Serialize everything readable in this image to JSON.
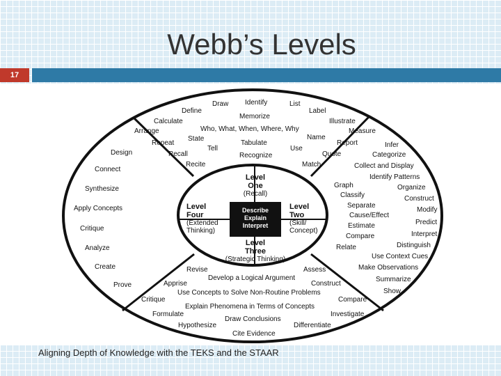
{
  "slide": {
    "title": "Webb’s Levels",
    "number": "17",
    "footer": "Aligning Depth of Knowledge with the TEKS and the STAAR"
  },
  "colors": {
    "accent_bar": "#2e7aa6",
    "number_bar": "#c0392b",
    "center_box": "#111111"
  },
  "diagram": {
    "center": [
      "Describe",
      "Explain",
      "Interpret"
    ],
    "levels": {
      "one": [
        "Level",
        "One",
        "(Recall)"
      ],
      "two": [
        "Level",
        "Two",
        "(Skill/",
        "Concept)"
      ],
      "three": [
        "Level",
        "Three",
        "(Strategic Thinking)"
      ],
      "four": [
        "Level",
        "Four",
        "(Extended",
        "Thinking)"
      ]
    },
    "words": {
      "level_one": [
        "Draw",
        "Identify",
        "List",
        "Define",
        "Label",
        "Memorize",
        "Calculate",
        "Illustrate",
        "Who, What, When, Where, Why",
        "Arrange",
        "Measure",
        "Name",
        "State",
        "Repeat",
        "Report",
        "Tabulate",
        "Tell",
        "Recall",
        "Use",
        "Quote",
        "Recognize",
        "Recite",
        "Match"
      ],
      "level_two": [
        "Infer",
        "Categorize",
        "Collect and Display",
        "Identify Patterns",
        "Graph",
        "Organize",
        "Classify",
        "Construct",
        "Separate",
        "Modify",
        "Cause/Effect",
        "Predict",
        "Estimate",
        "Interpret",
        "Compare",
        "Distinguish",
        "Relate",
        "Use Context Cues",
        "Make Observations",
        "Summarize",
        "Show"
      ],
      "level_three": [
        "Revise",
        "Assess",
        "Develop a Logical Argument",
        "Apprise",
        "Construct",
        "Use Concepts to Solve Non-Routine Problems",
        "Critique",
        "Compare",
        "Explain Phenomena in Terms of Concepts",
        "Formulate",
        "Investigate",
        "Draw Conclusions",
        "Hypothesize",
        "Differentiate",
        "Cite Evidence"
      ],
      "level_four": [
        "Design",
        "Connect",
        "Synthesize",
        "Apply Concepts",
        "Critique",
        "Analyze",
        "Create",
        "Prove"
      ]
    }
  }
}
